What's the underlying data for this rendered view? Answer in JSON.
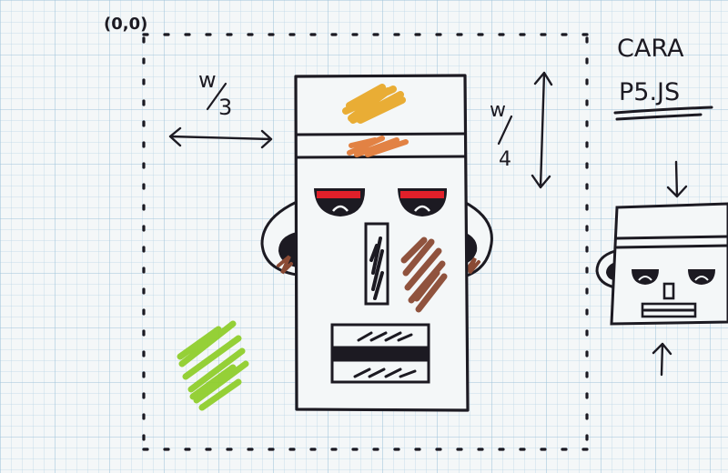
{
  "labels": {
    "origin": "(0,0)",
    "width_third_num": "w",
    "width_third_den": "3",
    "width_quarter_num": "w",
    "width_quarter_den": "4",
    "title_line1": "CARA",
    "title_line2": "P5.JS"
  },
  "colors": {
    "ink": "#1c1a22",
    "grid": "#bcd6e6",
    "paper": "#f4f7f8",
    "yellow": "#e8a92a",
    "orange": "#e07b3a",
    "red": "#e0202a",
    "brown": "#8a4a34",
    "green": "#8fce2c"
  }
}
